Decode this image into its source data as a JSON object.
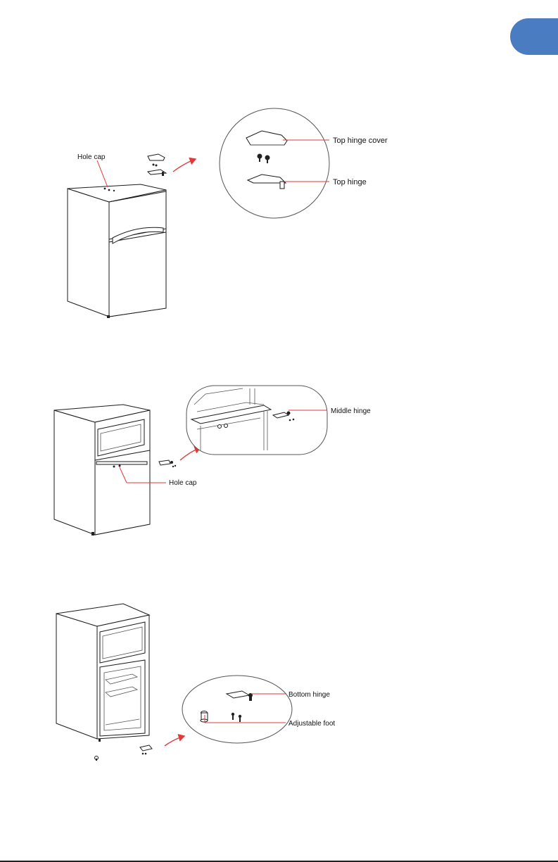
{
  "labels": {
    "step1_hole_cap": "Hole cap",
    "step1_top_hinge_cover": "Top hinge cover",
    "step1_top_hinge": "Top hinge",
    "step2_middle_hinge": "Middle hinge",
    "step2_hole_cap": "Hole cap",
    "step3_bottom_hinge": "Bottom hinge",
    "step3_adjustable_foot": "Adjustable foot"
  },
  "colors": {
    "tab": "#4a7cc2",
    "callout_line": "#e23a3a",
    "arrow": "#e23a3a"
  }
}
